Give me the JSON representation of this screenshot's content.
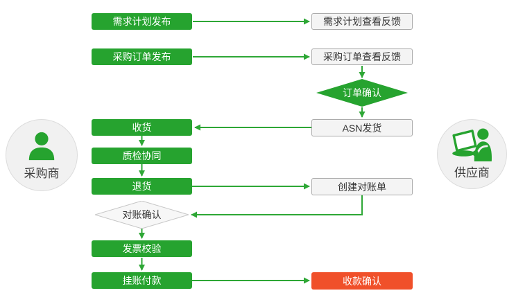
{
  "colors": {
    "green": "#26a32f",
    "arrow_green": "#2ea736",
    "red": "#f0502a",
    "light_bg": "#f4f4f4",
    "light_border": "#ababab",
    "diamond_light_bg": "#f7f7f7",
    "diamond_light_border": "#c6c6c6",
    "circle_bg": "#f1f1f1",
    "circle_border": "#dcdcdc",
    "dark_text": "#333333",
    "circle_text": "#3f3f3f"
  },
  "actors": {
    "buyer": {
      "label": "采购商"
    },
    "supplier": {
      "label": "供应商"
    }
  },
  "nodes": {
    "demand_publish": {
      "label": "需求计划发布"
    },
    "demand_feedback": {
      "label": "需求计划查看反馈"
    },
    "po_publish": {
      "label": "采购订单发布"
    },
    "po_feedback": {
      "label": "采购订单查看反馈"
    },
    "order_confirm": {
      "label": "订单确认"
    },
    "asn_ship": {
      "label": "ASN发货"
    },
    "receive": {
      "label": "收货"
    },
    "quality": {
      "label": "质检协同"
    },
    "return_goods": {
      "label": "退货"
    },
    "create_statement": {
      "label": "创建对账单"
    },
    "statement_confirm": {
      "label": "对账确认"
    },
    "invoice_check": {
      "label": "发票校验"
    },
    "payment": {
      "label": "挂账付款"
    },
    "receipt_confirm": {
      "label": "收款确认"
    }
  }
}
